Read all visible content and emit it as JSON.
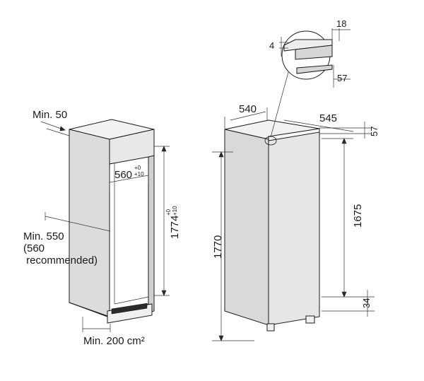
{
  "niche": {
    "top_gap": "Min. 50",
    "width": "560",
    "width_tolerance": "+0\n+10",
    "height": "1774",
    "height_tolerance": "+0\n+10",
    "depth": "Min. 550\n(560\n recommended)",
    "vent": "Min. 200 cm²"
  },
  "appliance": {
    "width": "540",
    "depth": "545",
    "depth_offset": "57",
    "height": "1770",
    "door_height": "1675",
    "base_offset": "34"
  },
  "detail": {
    "a": "18",
    "b": "4",
    "c": "57"
  }
}
